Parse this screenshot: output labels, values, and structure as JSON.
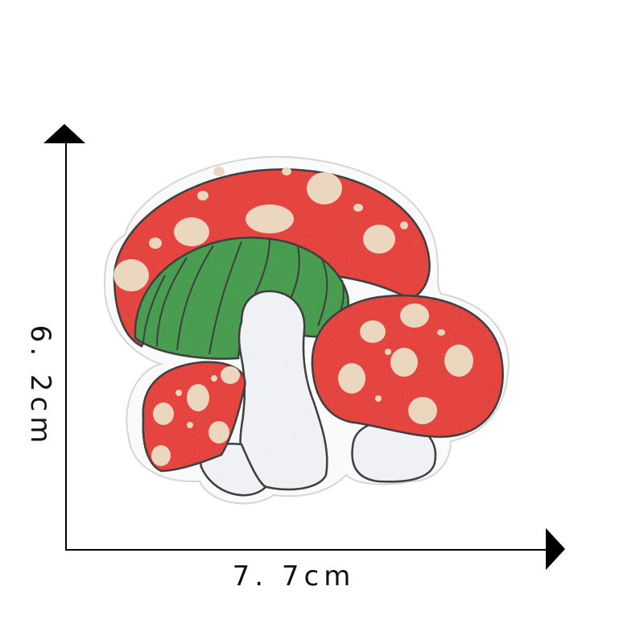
{
  "dimensions": {
    "height_label": "6. 2cm",
    "width_label": "7. 7cm"
  },
  "image": {
    "subject": "mushroom-embroidered-patch"
  },
  "colors": {
    "cap_red": "#e8281e",
    "cap_dot": "#efd9bf",
    "gill_green": "#2e9a3a",
    "stem_white": "#f5f6fb",
    "outline": "#1a1a1a",
    "arrow": "#000000"
  }
}
